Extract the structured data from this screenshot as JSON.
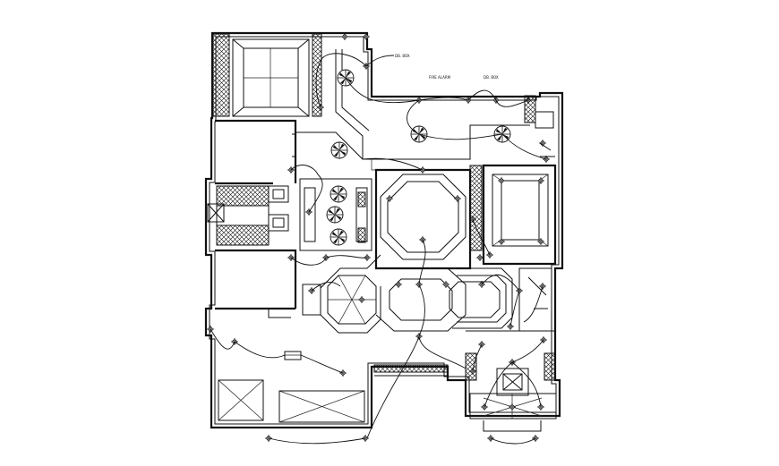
{
  "drawing": {
    "labels": [
      {
        "id": "label-top-right",
        "text": "DB. BOX"
      },
      {
        "id": "label-mid-left",
        "text": "FIRE ALARM"
      },
      {
        "id": "label-mid-right",
        "text": "DB. BOX"
      }
    ]
  }
}
